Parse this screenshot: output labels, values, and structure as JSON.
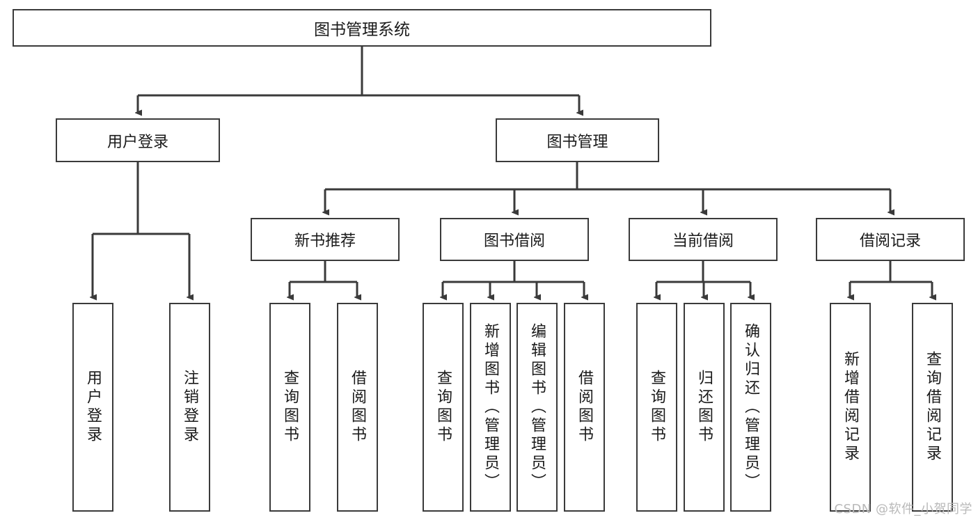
{
  "diagram": {
    "title": "图书管理系统",
    "type": "tree-hierarchy",
    "orientation": "top-down",
    "colors": {
      "box_border": "#3a3a3a",
      "box_fill": "#ffffff",
      "edge": "#3a3a3a",
      "text": "#1a1a1a",
      "watermark": "#b9b9b9",
      "background": "#ffffff"
    },
    "root": {
      "label": "图书管理系统"
    },
    "level2": [
      {
        "id": "user_login",
        "label": "用户登录"
      },
      {
        "id": "book_manage",
        "label": "图书管理"
      }
    ],
    "level3": [
      {
        "id": "new_book_rec",
        "label": "新书推荐"
      },
      {
        "id": "book_borrow",
        "label": "图书借阅"
      },
      {
        "id": "current_borrow",
        "label": "当前借阅"
      },
      {
        "id": "borrow_record",
        "label": "借阅记录"
      }
    ],
    "leaves": {
      "user_login": [
        {
          "id": "leaf_user_login",
          "label": "用户登录"
        },
        {
          "id": "leaf_user_logout",
          "label": "注销登录"
        }
      ],
      "new_book_rec": [
        {
          "id": "leaf_query_book_1",
          "label": "查询图书"
        },
        {
          "id": "leaf_borrow_book_1",
          "label": "借阅图书"
        }
      ],
      "book_borrow": [
        {
          "id": "leaf_query_book_2",
          "label": "查询图书"
        },
        {
          "id": "leaf_add_book",
          "label": "新增图书（管理员）"
        },
        {
          "id": "leaf_edit_book",
          "label": "编辑图书（管理员）"
        },
        {
          "id": "leaf_borrow_book_2",
          "label": "借阅图书"
        }
      ],
      "current_borrow": [
        {
          "id": "leaf_query_book_3",
          "label": "查询图书"
        },
        {
          "id": "leaf_return_book",
          "label": "归还图书"
        },
        {
          "id": "leaf_confirm_return",
          "label": "确认归还（管理员）"
        }
      ],
      "borrow_record": [
        {
          "id": "leaf_add_record",
          "label": "新增借阅记录"
        },
        {
          "id": "leaf_query_record",
          "label": "查询借阅记录"
        }
      ]
    }
  },
  "watermark": {
    "text": "CSDN @软件_小贺同学"
  }
}
